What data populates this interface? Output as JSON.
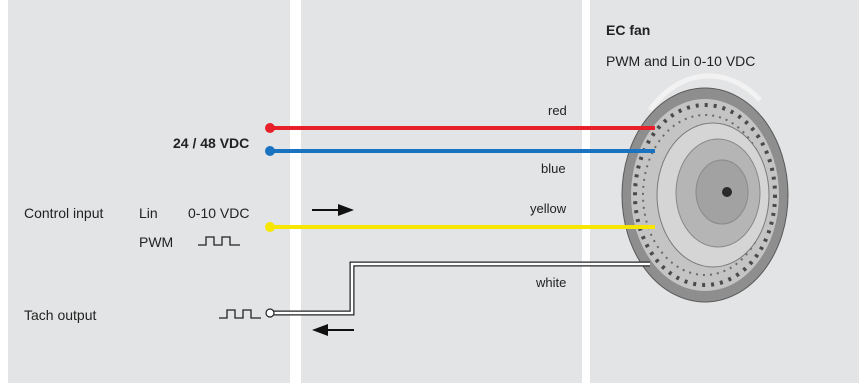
{
  "fan": {
    "title": "EC fan",
    "subtitle": "PWM and Lin 0-10 VDC"
  },
  "supply": {
    "label": "24 / 48 VDC"
  },
  "control": {
    "label": "Control input",
    "lin_label": "Lin",
    "lin_value": "0-10 VDC",
    "pwm_label": "PWM"
  },
  "tach": {
    "label": "Tach output"
  },
  "wires": {
    "red": "red",
    "blue": "blue",
    "yellow": "yellow",
    "white": "white"
  },
  "colors": {
    "panel": "#e3e4e5",
    "red": "#e8202a",
    "blue": "#1a73c0",
    "yellow": "#f7e600",
    "white_wire": "#ffffff",
    "outline": "#222222"
  }
}
